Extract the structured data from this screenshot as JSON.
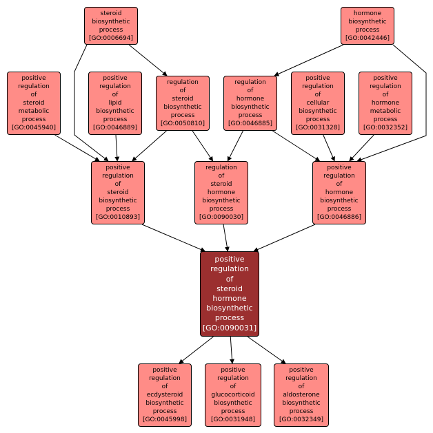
{
  "graph": {
    "colors": {
      "node_fill": "#ff8c87",
      "focus_fill": "#9b2f2f",
      "focus_text": "#ffffff",
      "edge": "#000000"
    },
    "nodes": [
      {
        "id": "GO:0006694",
        "lines": [
          "steroid",
          "biosynthetic",
          "process",
          "[GO:0006694]"
        ]
      },
      {
        "id": "GO:0042446",
        "lines": [
          "hormone",
          "biosynthetic",
          "process",
          "[GO:0042446]"
        ]
      },
      {
        "id": "GO:0045940",
        "lines": [
          "positive",
          "regulation",
          "of",
          "steroid",
          "metabolic",
          "process",
          "[GO:0045940]"
        ]
      },
      {
        "id": "GO:0046889",
        "lines": [
          "positive",
          "regulation",
          "of",
          "lipid",
          "biosynthetic",
          "process",
          "[GO:0046889]"
        ]
      },
      {
        "id": "GO:0050810",
        "lines": [
          "regulation",
          "of",
          "steroid",
          "biosynthetic",
          "process",
          "[GO:0050810]"
        ]
      },
      {
        "id": "GO:0046885",
        "lines": [
          "regulation",
          "of",
          "hormone",
          "biosynthetic",
          "process",
          "[GO:0046885]"
        ]
      },
      {
        "id": "GO:0031328",
        "lines": [
          "positive",
          "regulation",
          "of",
          "cellular",
          "biosynthetic",
          "process",
          "[GO:0031328]"
        ]
      },
      {
        "id": "GO:0032352",
        "lines": [
          "positive",
          "regulation",
          "of",
          "hormone",
          "metabolic",
          "process",
          "[GO:0032352]"
        ]
      },
      {
        "id": "GO:0010893",
        "lines": [
          "positive",
          "regulation",
          "of",
          "steroid",
          "biosynthetic",
          "process",
          "[GO:0010893]"
        ]
      },
      {
        "id": "GO:0090030",
        "lines": [
          "regulation",
          "of",
          "steroid",
          "hormone",
          "biosynthetic",
          "process",
          "[GO:0090030]"
        ]
      },
      {
        "id": "GO:0046886",
        "lines": [
          "positive",
          "regulation",
          "of",
          "hormone",
          "biosynthetic",
          "process",
          "[GO:0046886]"
        ]
      },
      {
        "id": "GO:0090031",
        "focus": true,
        "lines": [
          "positive",
          "regulation",
          "of",
          "steroid",
          "hormone",
          "biosynthetic",
          "process",
          "[GO:0090031]"
        ]
      },
      {
        "id": "GO:0045998",
        "lines": [
          "positive",
          "regulation",
          "of",
          "ecdysteroid",
          "biosynthetic",
          "process",
          "[GO:0045998]"
        ]
      },
      {
        "id": "GO:0031948",
        "lines": [
          "positive",
          "regulation",
          "of",
          "glucocorticoid",
          "biosynthetic",
          "process",
          "[GO:0031948]"
        ]
      },
      {
        "id": "GO:0032349",
        "lines": [
          "positive",
          "regulation",
          "of",
          "aldosterone",
          "biosynthetic",
          "process",
          "[GO:0032349]"
        ]
      }
    ],
    "edges": [
      {
        "from": "GO:0006694",
        "to": "GO:0050810"
      },
      {
        "from": "GO:0006694",
        "to": "GO:0010893"
      },
      {
        "from": "GO:0042446",
        "to": "GO:0046885"
      },
      {
        "from": "GO:0042446",
        "to": "GO:0046886"
      },
      {
        "from": "GO:0045940",
        "to": "GO:0010893"
      },
      {
        "from": "GO:0046889",
        "to": "GO:0010893"
      },
      {
        "from": "GO:0050810",
        "to": "GO:0010893"
      },
      {
        "from": "GO:0050810",
        "to": "GO:0090030"
      },
      {
        "from": "GO:0046885",
        "to": "GO:0090030"
      },
      {
        "from": "GO:0046885",
        "to": "GO:0046886"
      },
      {
        "from": "GO:0031328",
        "to": "GO:0046886"
      },
      {
        "from": "GO:0032352",
        "to": "GO:0046886"
      },
      {
        "from": "GO:0010893",
        "to": "GO:0090031"
      },
      {
        "from": "GO:0090030",
        "to": "GO:0090031"
      },
      {
        "from": "GO:0046886",
        "to": "GO:0090031"
      },
      {
        "from": "GO:0090031",
        "to": "GO:0045998"
      },
      {
        "from": "GO:0090031",
        "to": "GO:0031948"
      },
      {
        "from": "GO:0090031",
        "to": "GO:0032349"
      }
    ]
  }
}
